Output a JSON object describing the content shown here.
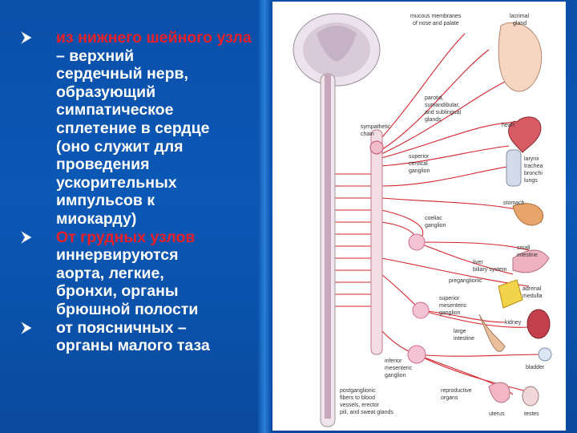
{
  "slide": {
    "colors": {
      "background": "#0b56b2",
      "text": "#ffffff",
      "highlight": "#e8202a",
      "nerve": "#d6232a"
    },
    "bullets": [
      {
        "highlight": "из нижнего шейного узла",
        "lines": [
          " – верхний",
          "сердечный нерв,",
          "образующий",
          "симпатическое",
          "сплетение в сердце",
          "(оно служит для",
          "проведения",
          "ускорительных",
          "импульсов к",
          "миокарду)"
        ]
      },
      {
        "highlight": "От грудных узлов",
        "lines": [
          "иннервируются",
          "аорта, легкие,",
          "бронхи, органы",
          "брюшной полости"
        ]
      },
      {
        "highlight": "",
        "lines": [
          "от поясничных –",
          "органы малого таза"
        ]
      }
    ]
  },
  "figure": {
    "labels": {
      "mucous": [
        "mucous membranes",
        "of nose and palate"
      ],
      "lacrimal": [
        "lacrimal",
        "gland"
      ],
      "parotid": [
        "parotid,",
        "sumandibular,",
        "and sublingual",
        "glands"
      ],
      "heart": "heart",
      "sympathetic_chain": [
        "sympathetic",
        "chain"
      ],
      "superior_cervical": [
        "superior",
        "cervical",
        "ganglion"
      ],
      "larynx": [
        "larynx",
        "trachea",
        "bronchi",
        "lungs"
      ],
      "stomach": "stomach",
      "celiac": [
        "coeliac",
        "ganglion"
      ],
      "small_intestine": [
        "small",
        "intestine"
      ],
      "liver": [
        "liver",
        "biliary system"
      ],
      "preganglionic": "preganglionic",
      "adrenal": [
        "adrenal",
        "medulla"
      ],
      "superior_mesenteric": [
        "superior",
        "mesenteric",
        "ganglion"
      ],
      "kidney": "kidney",
      "large_intestine": [
        "large",
        "intestine"
      ],
      "inferior_mesenteric": [
        "inferior",
        "mesenteric",
        "ganglion"
      ],
      "bladder": "bladder",
      "postganglionic": [
        "postganglionic",
        "fibers to blood",
        "vessels, erector",
        "pili, and sweat glands"
      ],
      "reproductive": [
        "reproductive",
        "organs"
      ],
      "uterus": "uterus",
      "testes": "testes"
    }
  }
}
